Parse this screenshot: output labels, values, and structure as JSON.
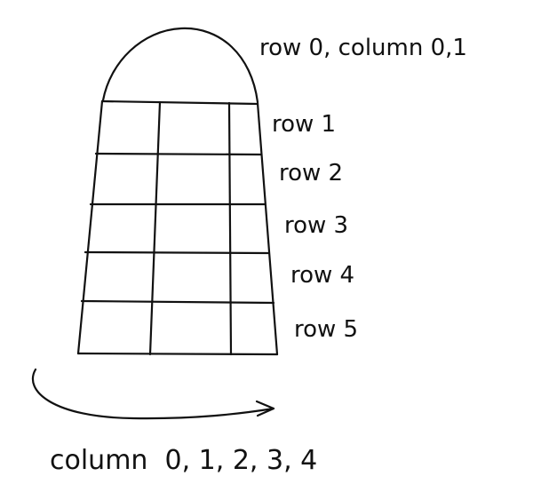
{
  "diagram": {
    "labels": {
      "top": "row 0,   column 0,1",
      "rows": [
        "row 1",
        "row 2",
        "row 3",
        "row 4",
        "row 5"
      ],
      "bottom": "column  0, 1, 2, 3, 4"
    },
    "colors": {
      "ink": "#111111",
      "background": "#ffffff"
    }
  }
}
